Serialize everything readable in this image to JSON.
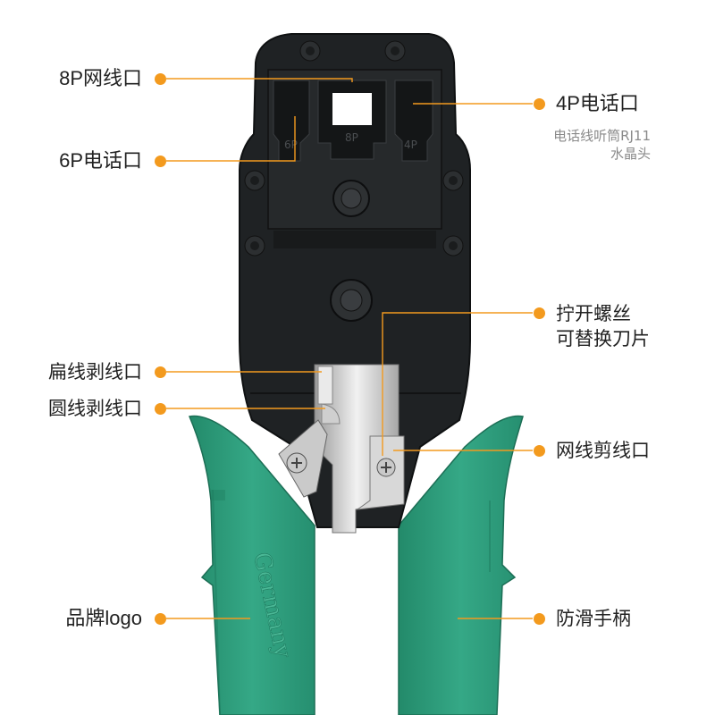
{
  "labels": {
    "p8": "8P网线口",
    "p6": "6P电话口",
    "p4": "4P电话口",
    "p4_sub1": "电话线听筒RJ11",
    "p4_sub2": "水晶头",
    "screw1": "拧开螺丝",
    "screw2": "可替换刀片",
    "flat": "扁线剥线口",
    "round": "圆线剥线口",
    "cut": "网线剪线口",
    "logo": "品牌logo",
    "handle": "防滑手柄"
  },
  "tool": {
    "slot_marks": [
      "6P",
      "8P",
      "4P"
    ],
    "handle_text": "Germany"
  },
  "colors": {
    "accent_dot": "#f39a1e",
    "body": "#1f2224",
    "handle": "#2a9a78",
    "blade": "#d8d8d8"
  }
}
